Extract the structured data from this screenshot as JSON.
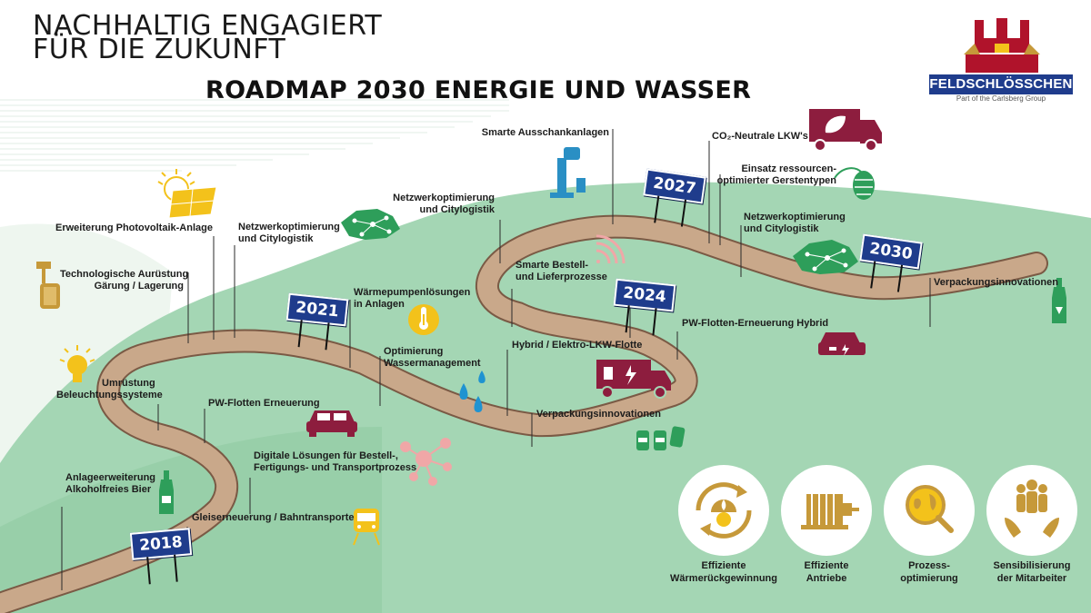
{
  "header": {
    "line1": "NACHHALTIG ENGAGIERT",
    "line2": "FÜR DIE ZUKUNFT",
    "title": "ROADMAP 2030 ENERGIE UND WASSER"
  },
  "logo": {
    "name": "FELDSCHLÖSSCHEN",
    "tagline": "Part of the Carlsberg Group"
  },
  "colors": {
    "road": "#c9a88a",
    "hill": "#9fd3b0",
    "sign": "#1f3c8c",
    "accent_red": "#8d1d3e",
    "accent_green": "#2e9e5a",
    "accent_yellow": "#f3c21b"
  },
  "milestones": [
    "2018",
    "2021",
    "2024",
    "2027",
    "2030"
  ],
  "items": {
    "anlageerweiterung": [
      "Anlageerweiterung",
      "Alkoholfreies Bier"
    ],
    "gleiserneuerung": [
      "Gleiserneuerung / Bahntransporte"
    ],
    "digitale": [
      "Digitale Lösungen für Bestell-,",
      "Fertigungs- und Transportprozess"
    ],
    "pw_flotten": [
      "PW-Flotten Erneuerung"
    ],
    "umruestung": [
      "Umrüstung",
      "Beleuchtungssysteme"
    ],
    "technologische": [
      "Technologische Aurüstung",
      "Gärung / Lagerung"
    ],
    "photovoltaik": [
      "Erweiterung Photovoltaik-Anlage"
    ],
    "netzwerk1": [
      "Netzwerkoptimierung",
      "und Citylogistik"
    ],
    "waermepumpen": [
      "Wärmepumpenlösungen",
      "in Anlagen"
    ],
    "wassermanagement": [
      "Optimierung",
      "Wassermanagement"
    ],
    "netzwerk2": [
      "Netzwerkoptimierung",
      "und Citylogistik"
    ],
    "smarte_ausschank": [
      "Smarte Ausschankanlagen"
    ],
    "smarte_bestell": [
      "Smarte Bestell-",
      "und Lieferprozesse"
    ],
    "hybrid_lkw": [
      "Hybrid / Elektro-LKW-Flotte"
    ],
    "verpackung1": [
      "Verpackungsinnovationen"
    ],
    "pw_hybrid": [
      "PW-Flotten-Erneuerung Hybrid"
    ],
    "co2": [
      "CO₂-Neutrale LKW's"
    ],
    "gerste": [
      "Einsatz ressourcen-",
      "optimierter Gerstentypen"
    ],
    "netzwerk3": [
      "Netzwerkoptimierung",
      "und Citylogistik"
    ],
    "verpackung2": [
      "Verpackungsinnovationen"
    ]
  },
  "pillars": [
    {
      "label1": "Effiziente",
      "label2": "Wärmerückgewinnung",
      "icon": "heat-recovery-icon"
    },
    {
      "label1": "Effiziente",
      "label2": "Antriebe",
      "icon": "motor-icon"
    },
    {
      "label1": "Prozess-",
      "label2": "optimierung",
      "icon": "globe-magnifier-icon"
    },
    {
      "label1": "Sensibilisierung",
      "label2": "der Mitarbeiter",
      "icon": "hands-people-icon"
    }
  ]
}
